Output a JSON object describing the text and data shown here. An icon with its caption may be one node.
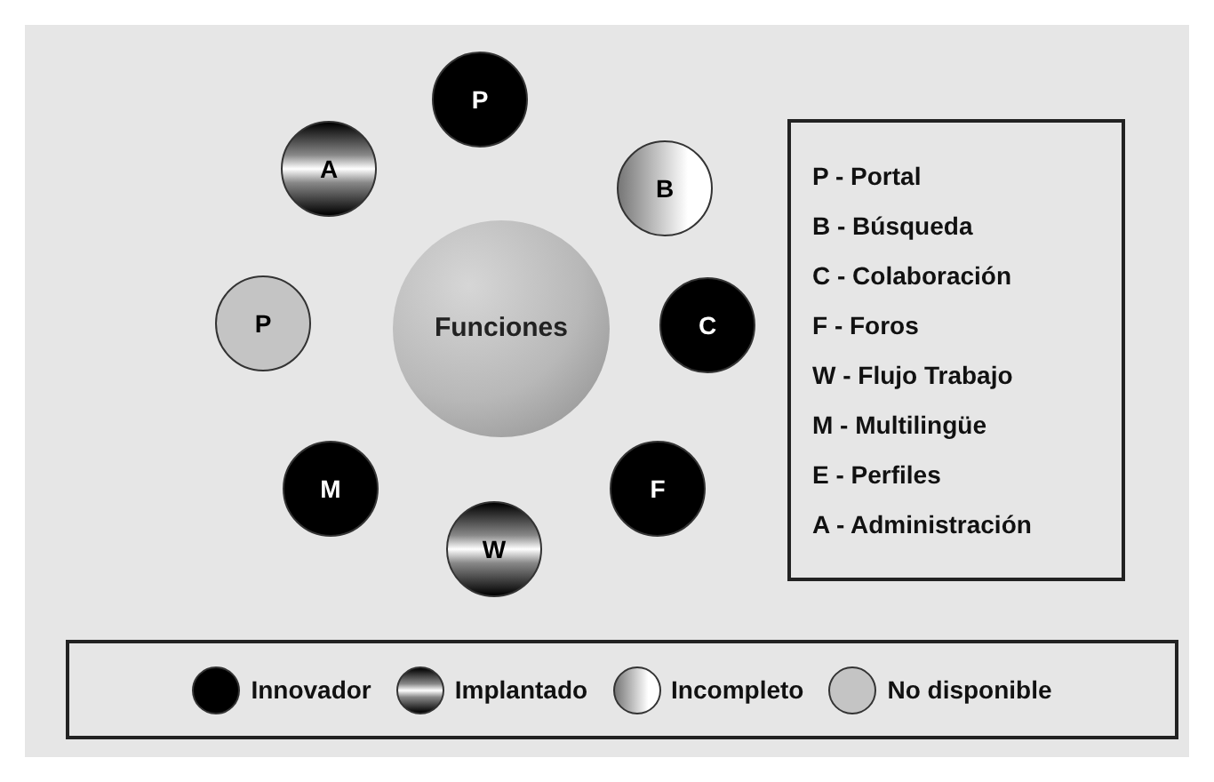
{
  "diagram": {
    "nodes": [
      {
        "text": [
          "Funciones"
        ]
      },
      {
        "text": [
          "P"
        ]
      },
      {
        "text": [
          "A"
        ]
      },
      {
        "text": [
          "B"
        ]
      },
      {
        "text": [
          "P"
        ]
      },
      {
        "text": [
          "C"
        ]
      },
      {
        "text": [
          "M"
        ]
      },
      {
        "text": [
          "F"
        ]
      },
      {
        "text": [
          "W"
        ]
      }
    ],
    "labels": [
      "P - Portal",
      "B - Búsqueda",
      "C - Colaboración",
      "F - Foros",
      "W - Flujo Trabajo",
      "M - Multilingüe",
      "E - Perfiles",
      "A - Administración"
    ],
    "legend": [
      {
        "text": "Innovador",
        "color": "#000000"
      },
      {
        "text": "Implantado"
      },
      {
        "text": "Incompleto"
      },
      {
        "text": "No disponible",
        "color": "#c4c4c4"
      }
    ]
  }
}
